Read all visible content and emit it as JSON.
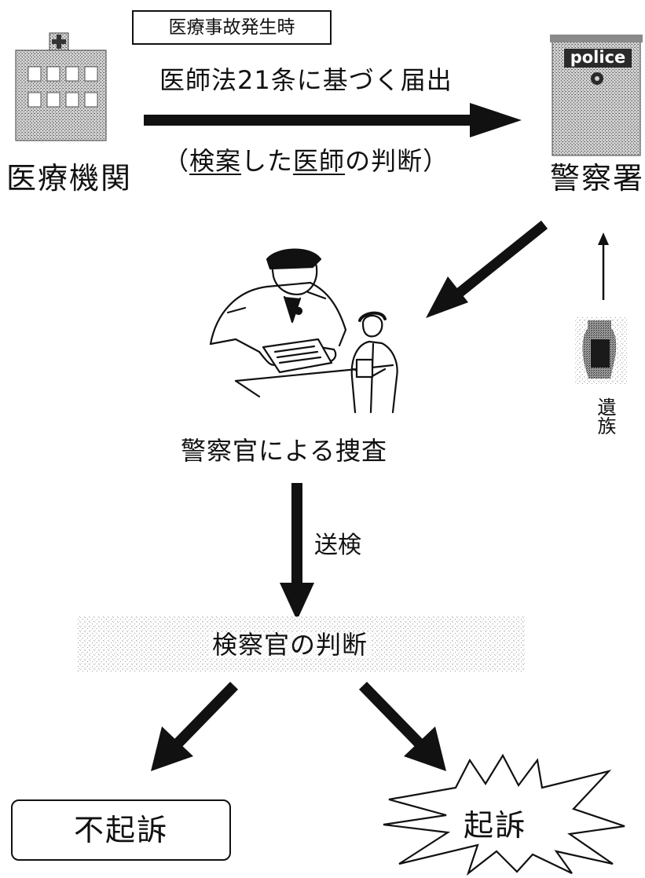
{
  "header": {
    "event_label": "医療事故発生時",
    "report_law": "医師法21条に基づく届出",
    "judgment_open": "（",
    "judgment_u1": "検案",
    "judgment_mid": "した",
    "judgment_u2": "医師",
    "judgment_tail": "の判断）"
  },
  "actors": {
    "hospital_label": "医療機関",
    "police_station_label": "警察署",
    "police_sign": "police",
    "family_label": "遺族"
  },
  "steps": {
    "investigation_label": "警察官による捜査",
    "referral_label": "送検",
    "prosecutor_judgment": "検察官の判断",
    "non_indictment": "不起訴",
    "indictment": "起訴"
  },
  "colors": {
    "ink": "#111111",
    "grey_light": "#c8c8c8",
    "grey_dark": "#6e6e6e"
  }
}
